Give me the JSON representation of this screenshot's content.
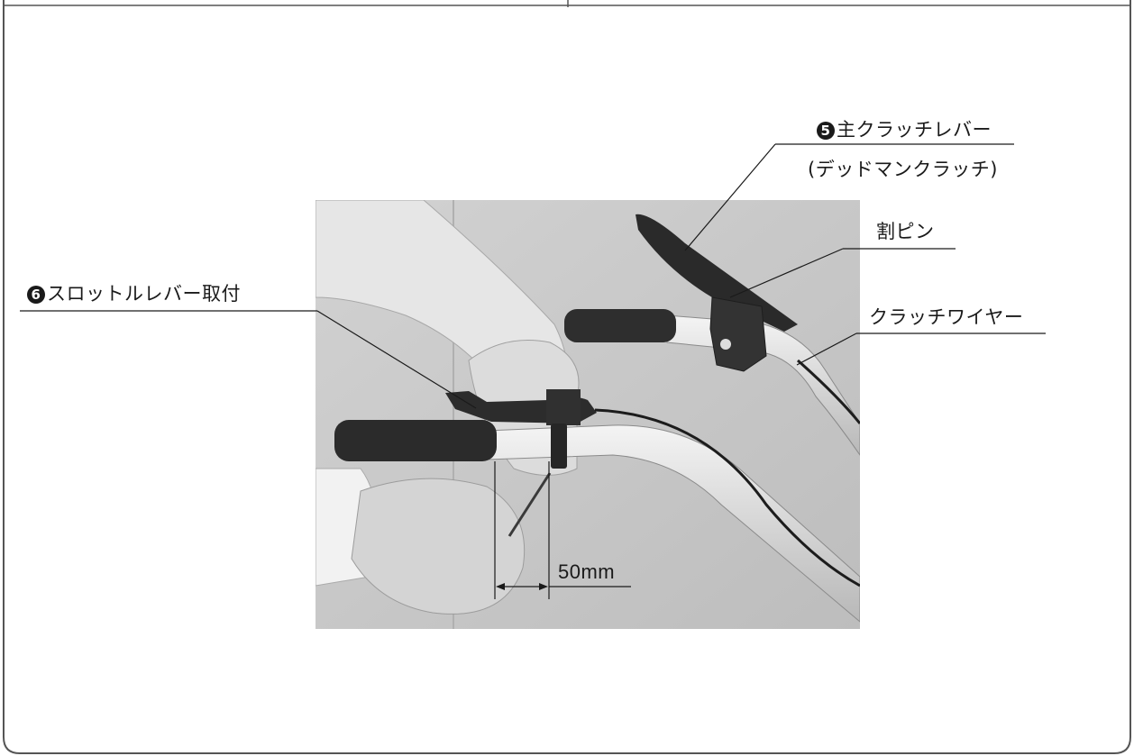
{
  "callouts": {
    "main_clutch_number": "5",
    "main_clutch_lever": "主クラッチレバー",
    "deadman_clutch": "(デッドマンクラッチ)",
    "split_pin": "割ピン",
    "throttle_number": "6",
    "throttle_lever_mount": "スロットルレバー取付",
    "clutch_wire": "クラッチワイヤー"
  },
  "dimension": {
    "distance_label": "50mm"
  },
  "colors": {
    "frame_border": "#555555",
    "photo_background": "#c9c9c9",
    "leader_line": "#1a1a1a"
  }
}
